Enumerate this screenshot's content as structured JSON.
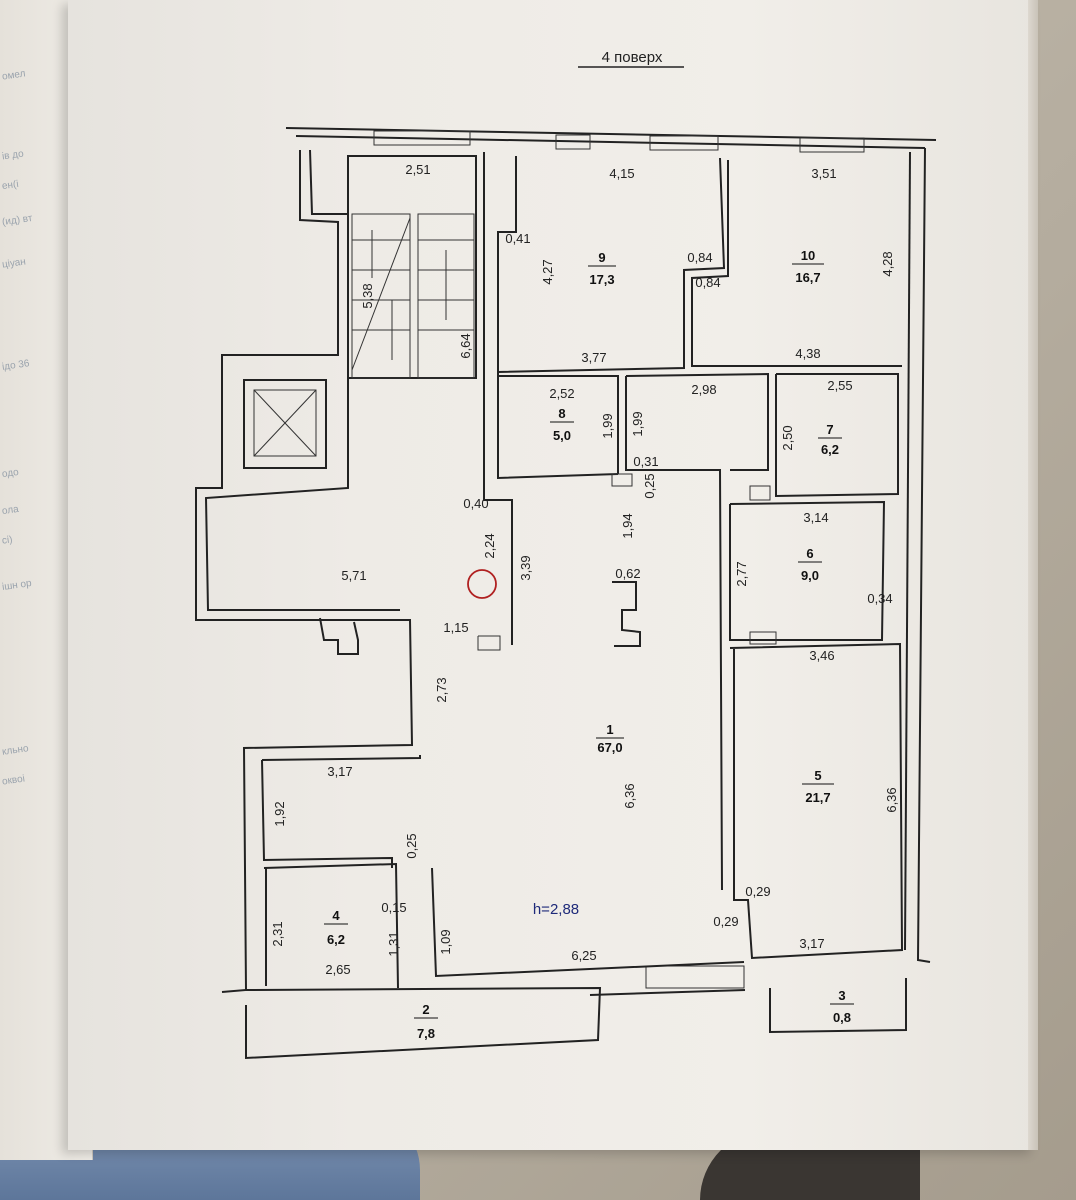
{
  "title": "4 поверх",
  "ceiling_height": "h=2,88",
  "rooms": [
    {
      "id": "room-1",
      "number": "1",
      "area": "67,0"
    },
    {
      "id": "room-2",
      "number": "2",
      "area": "7,8"
    },
    {
      "id": "room-3",
      "number": "3",
      "area": "0,8"
    },
    {
      "id": "room-4",
      "number": "4",
      "area": "6,2"
    },
    {
      "id": "room-5",
      "number": "5",
      "area": "21,7"
    },
    {
      "id": "room-6",
      "number": "6",
      "area": "9,0"
    },
    {
      "id": "room-7",
      "number": "7",
      "area": "6,2"
    },
    {
      "id": "room-8",
      "number": "8",
      "area": "5,0"
    },
    {
      "id": "room-9",
      "number": "9",
      "area": "17,3"
    },
    {
      "id": "room-10",
      "number": "10",
      "area": "16,7"
    }
  ],
  "dimensions": [
    "2,51",
    "4,15",
    "3,51",
    "0,41",
    "4,27",
    "0,84",
    "0,84",
    "4,28",
    "5,38",
    "6,64",
    "3,77",
    "4,38",
    "2,52",
    "1,99",
    "1,99",
    "2,98",
    "2,55",
    "2,50",
    "0,31",
    "0,25",
    "0,40",
    "1,94",
    "3,14",
    "2,24",
    "3,39",
    "5,71",
    "0,62",
    "2,77",
    "0,34",
    "1,15",
    "3,46",
    "2,73",
    "3,17",
    "6,36",
    "6,36",
    "1,92",
    "0,25",
    "0,15",
    "0,29",
    "0,29",
    "2,31",
    "1,31",
    "1,09",
    "3,17",
    "2,65",
    "6,25"
  ],
  "back_page_text": [
    "омел",
    "ів до ",
    "ен(і",
    "(ид) вт",
    "ціуан",
    "ідо 36",
    "одо ",
    "ола",
    "сі)",
    "ішн ор",
    "кльно",
    "оквоі"
  ]
}
